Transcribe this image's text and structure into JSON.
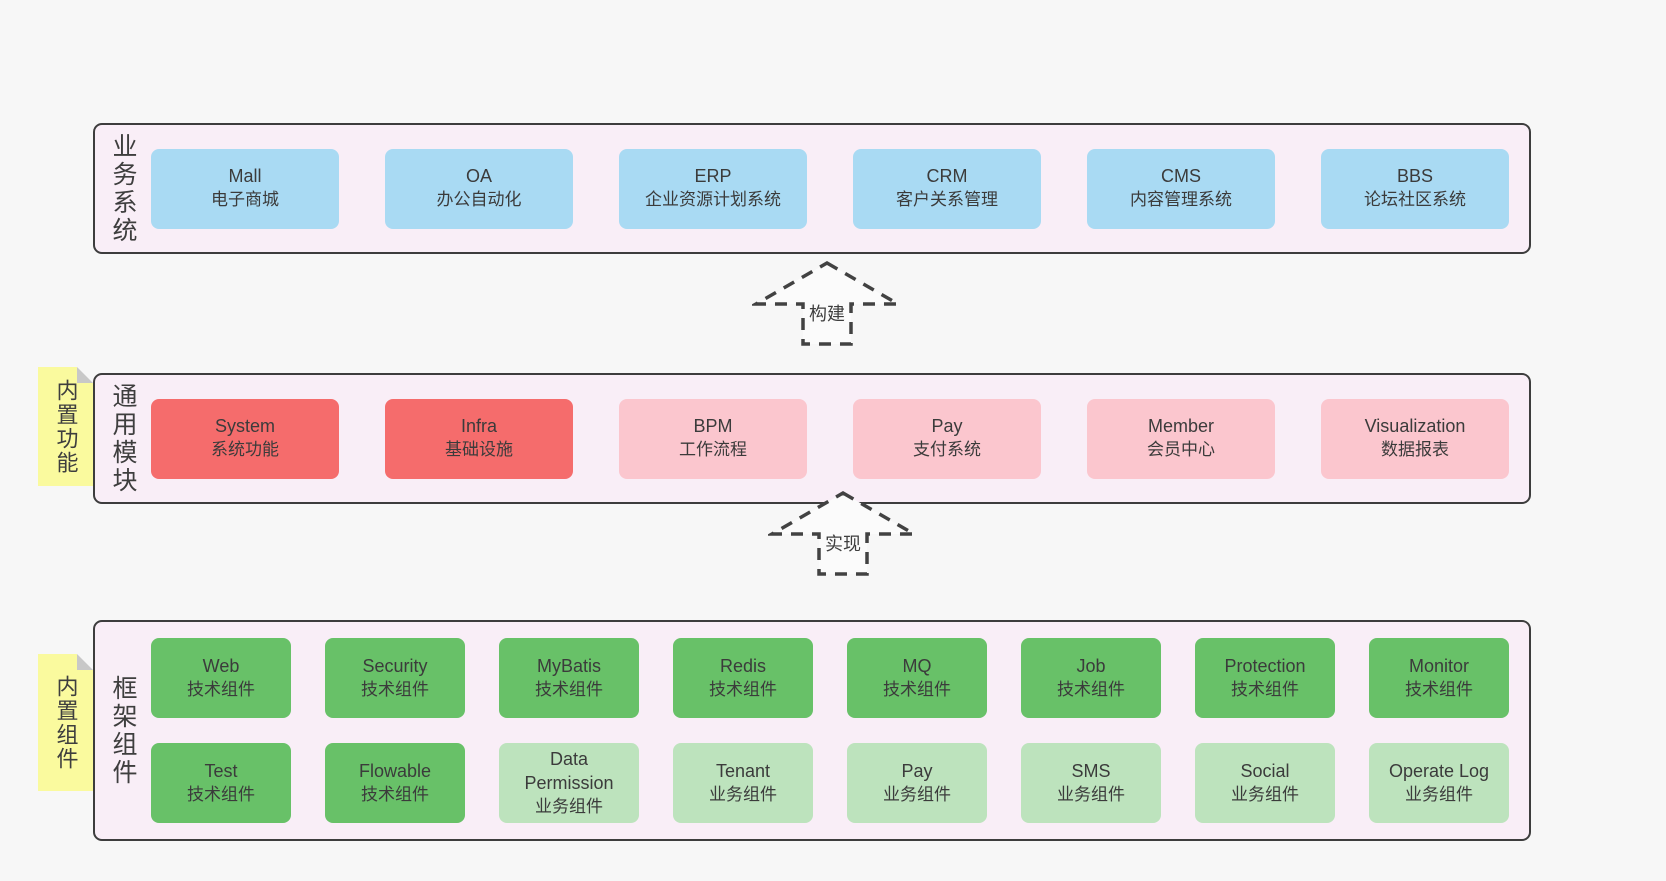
{
  "diagram": {
    "colors": {
      "page_background": "#f7f7f7",
      "panel_background": "#f9eef7",
      "panel_border": "#3d3d3d",
      "blue_box": "#a9daf3",
      "red_box": "#f56c6c",
      "pink_box": "#fbc6ce",
      "green_box": "#68c168",
      "light_green_box": "#bde3bd",
      "yellow_tab": "#fafa9e",
      "arrow_dash": "#424242"
    },
    "arrows": [
      {
        "label": "构建"
      },
      {
        "label": "实现"
      }
    ],
    "sections": {
      "business": {
        "label": "业务系统",
        "boxes": [
          {
            "name": "Mall",
            "desc": "电子商城"
          },
          {
            "name": "OA",
            "desc": "办公自动化"
          },
          {
            "name": "ERP",
            "desc": "企业资源计划系统"
          },
          {
            "name": "CRM",
            "desc": "客户关系管理"
          },
          {
            "name": "CMS",
            "desc": "内容管理系统"
          },
          {
            "name": "BBS",
            "desc": "论坛社区系统"
          }
        ]
      },
      "modules": {
        "label": "通用模块",
        "tab": "内置功能",
        "boxes": [
          {
            "name": "System",
            "desc": "系统功能"
          },
          {
            "name": "Infra",
            "desc": "基础设施"
          },
          {
            "name": "BPM",
            "desc": "工作流程"
          },
          {
            "name": "Pay",
            "desc": "支付系统"
          },
          {
            "name": "Member",
            "desc": "会员中心"
          },
          {
            "name": "Visualization",
            "desc": "数据报表"
          }
        ]
      },
      "framework": {
        "label": "框架组件",
        "tab": "内置组件",
        "row1": [
          {
            "name": "Web",
            "desc": "技术组件"
          },
          {
            "name": "Security",
            "desc": "技术组件"
          },
          {
            "name": "MyBatis",
            "desc": "技术组件"
          },
          {
            "name": "Redis",
            "desc": "技术组件"
          },
          {
            "name": "MQ",
            "desc": "技术组件"
          },
          {
            "name": "Job",
            "desc": "技术组件"
          },
          {
            "name": "Protection",
            "desc": "技术组件"
          },
          {
            "name": "Monitor",
            "desc": "技术组件"
          }
        ],
        "row2": [
          {
            "name": "Test",
            "desc": "技术组件"
          },
          {
            "name": "Flowable",
            "desc": "技术组件"
          },
          {
            "name": "Data Permission",
            "desc": "业务组件"
          },
          {
            "name": "Tenant",
            "desc": "业务组件"
          },
          {
            "name": "Pay",
            "desc": "业务组件"
          },
          {
            "name": "SMS",
            "desc": "业务组件"
          },
          {
            "name": "Social",
            "desc": "业务组件"
          },
          {
            "name": "Operate Log",
            "desc": "业务组件"
          }
        ]
      }
    }
  }
}
